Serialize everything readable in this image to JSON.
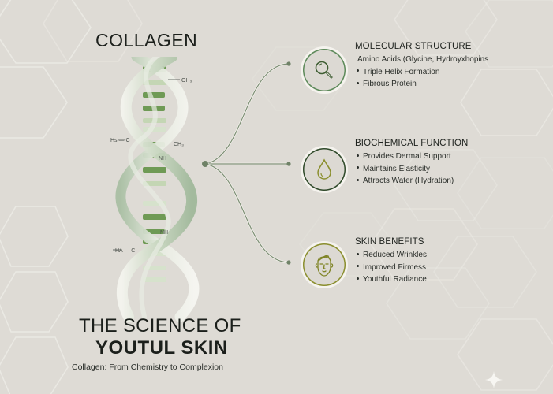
{
  "header": {
    "collagen_title": "COLLAGEN"
  },
  "helix": {
    "labels": {
      "oh3": "OH₃",
      "hs_c": "Hs — C",
      "ch3": "CH₃",
      "nh_top": "NH",
      "nh_bottom": "NH",
      "ha_c": "HA — C"
    }
  },
  "sections": [
    {
      "icon": "magnifier-icon",
      "title": "MOLECULAR STRUCTURE",
      "items": [
        "Amino Acids (Glycine, Hydroyxhopins",
        "Triple Helix Formation",
        "Fibrous Protein"
      ],
      "bulleted": [
        false,
        true,
        true
      ]
    },
    {
      "icon": "water-drop-icon",
      "title": "BIOCHEMICAL FUNCTION",
      "items": [
        "Provides Dermal Support",
        "Maintains Elasticity",
        "Attracts Water (Hydration)"
      ],
      "bulleted": [
        true,
        true,
        true
      ]
    },
    {
      "icon": "face-icon",
      "title": "SKIN BENEFITS",
      "items": [
        "Reduced Wrinkles",
        "Improved Firmess",
        "Youthful Radiance"
      ],
      "bulleted": [
        true,
        true,
        true
      ]
    }
  ],
  "footer": {
    "title_line1": "THE SCIENCE OF",
    "title_line2": "YOUTUL SKIN",
    "subtitle": "Collagen: From Chemistry to Complexion"
  },
  "colors": {
    "background": "#dedbd5",
    "helix_green_dark": "#6f9a55",
    "helix_green_light": "#c4d6b4",
    "connector": "#7d8f75",
    "icon_ring_1": "#5d8a5a",
    "icon_ring_2": "#2f4a2a",
    "icon_ring_3": "#8b8f2e"
  }
}
